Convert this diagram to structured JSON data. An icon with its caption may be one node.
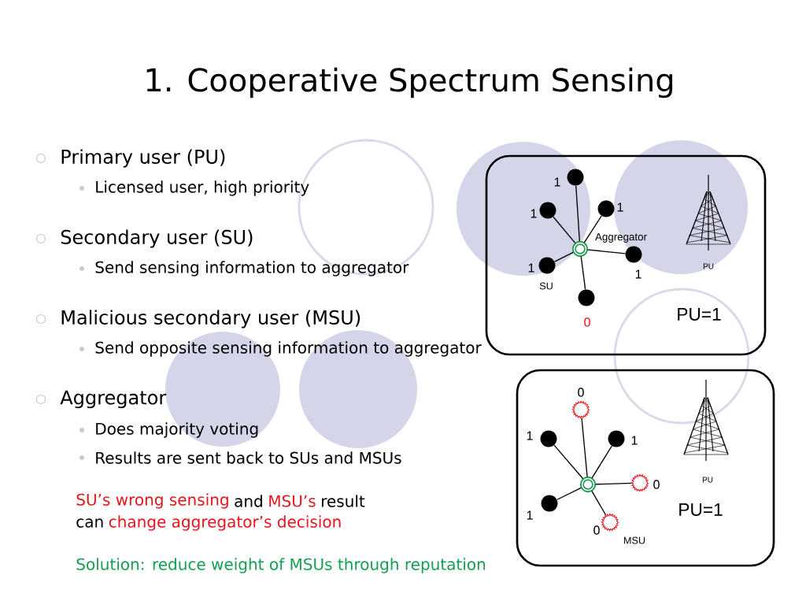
{
  "diagram": {
    "title": "1. Cooperative Spectrum Sensing",
    "nodes": [
      {
        "text": [],
        "shape": "box"
      },
      {
        "text": [],
        "shape": "circle",
        "in": 0,
        "beside": [
          "Aggregator"
        ]
      },
      {
        "text": [],
        "shape": "circle",
        "in": 0,
        "beside": [
          "1"
        ]
      },
      {
        "text": [],
        "shape": "circle",
        "in": 0,
        "beside": [
          "1"
        ]
      },
      {
        "text": [],
        "shape": "circle",
        "in": 0,
        "beside": [
          "1"
        ]
      },
      {
        "text": [],
        "shape": "circle",
        "in": 0,
        "beside": [
          "1"
        ]
      },
      {
        "text": [],
        "shape": "circle",
        "in": 0,
        "beside": [
          "1",
          "SU"
        ]
      },
      {
        "text": [],
        "shape": "circle",
        "in": 0,
        "beside": [
          "0"
        ]
      },
      {
        "text": [],
        "shape": "picture",
        "in": 0,
        "beside": [
          "PU"
        ]
      },
      {
        "text": [],
        "shape": "box"
      },
      {
        "text": [],
        "shape": "circle",
        "in": 9
      },
      {
        "text": [],
        "shape": "circle",
        "in": 9,
        "beside": [
          "0"
        ]
      },
      {
        "text": [],
        "shape": "circle",
        "in": 9,
        "beside": [
          "1"
        ]
      },
      {
        "text": [],
        "shape": "circle",
        "in": 9,
        "beside": [
          "1"
        ]
      },
      {
        "text": [],
        "shape": "circle",
        "in": 9,
        "beside": [
          "0"
        ]
      },
      {
        "text": [],
        "shape": "circle",
        "in": 9,
        "beside": [
          "1"
        ]
      },
      {
        "text": [],
        "shape": "circle",
        "in": 9,
        "beside": [
          "0",
          "MSU"
        ]
      },
      {
        "text": [],
        "shape": "picture",
        "in": 9,
        "beside": [
          "PU"
        ]
      }
    ],
    "edges": [
      {
        "from": 1,
        "to": 2,
        "arrow": "none"
      },
      {
        "from": 1,
        "to": 3,
        "arrow": "none"
      },
      {
        "from": 1,
        "to": 4,
        "arrow": "none"
      },
      {
        "from": 1,
        "to": 5,
        "arrow": "none"
      },
      {
        "from": 1,
        "to": 6,
        "arrow": "none"
      },
      {
        "from": 1,
        "to": 7,
        "arrow": "none"
      },
      {
        "from": 10,
        "to": 11,
        "arrow": "none"
      },
      {
        "from": 10,
        "to": 12,
        "arrow": "none"
      },
      {
        "from": 10,
        "to": 13,
        "arrow": "none"
      },
      {
        "from": 10,
        "to": 14,
        "arrow": "none"
      },
      {
        "from": 10,
        "to": 15,
        "arrow": "none"
      },
      {
        "from": 10,
        "to": 16,
        "arrow": "none"
      }
    ],
    "labels": [
      "Primary user (PU)",
      "Licensed user, high priority",
      "PU=1",
      "Secondary user (SU)",
      "Send sensing information to aggregator",
      "Malicious secondary user (MSU)",
      "Send opposite sensing information to aggregator",
      "Aggregator",
      "Does majority voting",
      "Results are sent back to SUs and MSUs",
      "PU=1",
      "SU’s wrong sensing",
      "and",
      "MSU’s",
      "result",
      "can",
      "change aggregator’s decision",
      "Solution: reduce weight of MSUs through reputation"
    ]
  }
}
